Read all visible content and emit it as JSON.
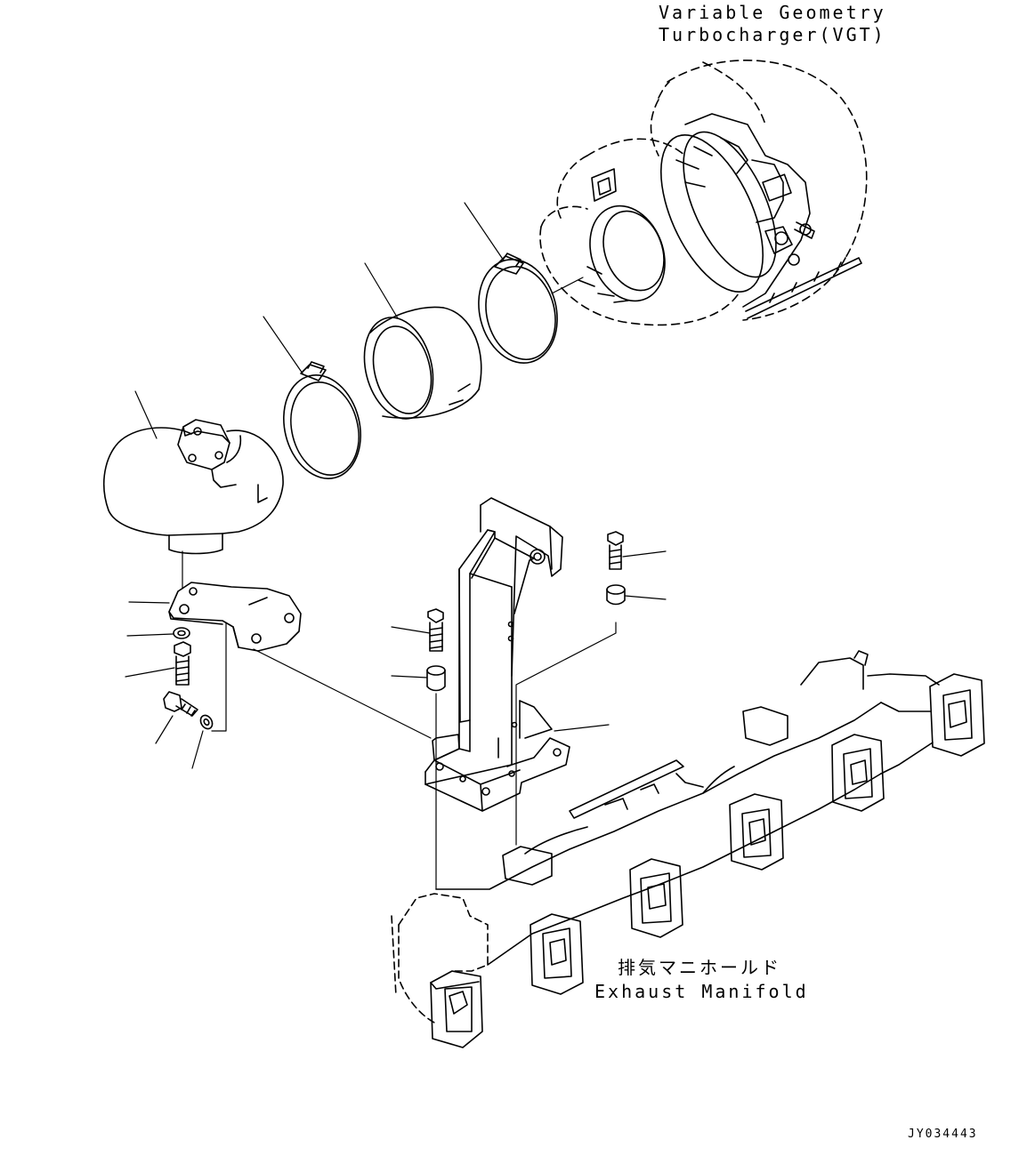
{
  "labels": {
    "vgt_line1": "Variable Geometry",
    "vgt_line2": "Turbocharger(VGT)",
    "manifold_jp": "排気マニホールド",
    "manifold_en": "Exhaust Manifold",
    "drawing_id": "JY034443"
  },
  "parts": [
    {
      "name": "turbocharger",
      "icon": "turbocharger-icon"
    },
    {
      "name": "clamp-upper",
      "icon": "band-clamp-icon"
    },
    {
      "name": "sleeve",
      "icon": "tube-sleeve-icon"
    },
    {
      "name": "clamp-lower",
      "icon": "band-clamp-icon"
    },
    {
      "name": "elbow",
      "icon": "exhaust-elbow-icon"
    },
    {
      "name": "bracket",
      "icon": "bracket-icon"
    },
    {
      "name": "washer",
      "icon": "washer-icon"
    },
    {
      "name": "bolt",
      "icon": "bolt-icon"
    },
    {
      "name": "stud",
      "icon": "stud-icon"
    },
    {
      "name": "spring-washer",
      "icon": "lock-washer-icon"
    },
    {
      "name": "support",
      "icon": "support-stand-icon"
    },
    {
      "name": "spacer",
      "icon": "spacer-icon"
    },
    {
      "name": "exhaust-manifold",
      "icon": "manifold-icon"
    }
  ]
}
